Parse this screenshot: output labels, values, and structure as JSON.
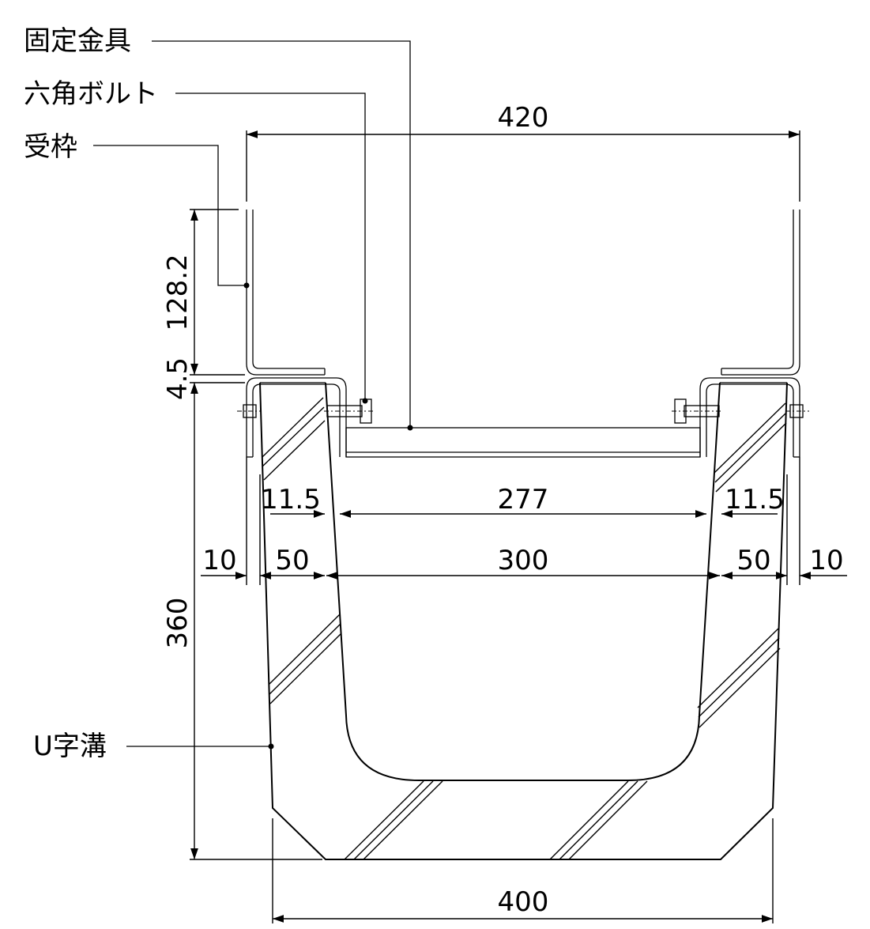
{
  "labels": {
    "fixing_bracket": "固定金具",
    "hex_bolt": "六角ボルト",
    "receiving_frame": "受枠",
    "u_channel": "U字溝"
  },
  "dimensions": {
    "top_width": "420",
    "frame_height": "128.2",
    "frame_thickness": "4.5",
    "total_height": "360",
    "inner_gap_left": "11.5",
    "inner_gap_right": "11.5",
    "grate_width": "277",
    "side_left": "10",
    "wall_left": "50",
    "channel_inner": "300",
    "wall_right": "50",
    "side_right": "10",
    "bottom_width": "400"
  }
}
